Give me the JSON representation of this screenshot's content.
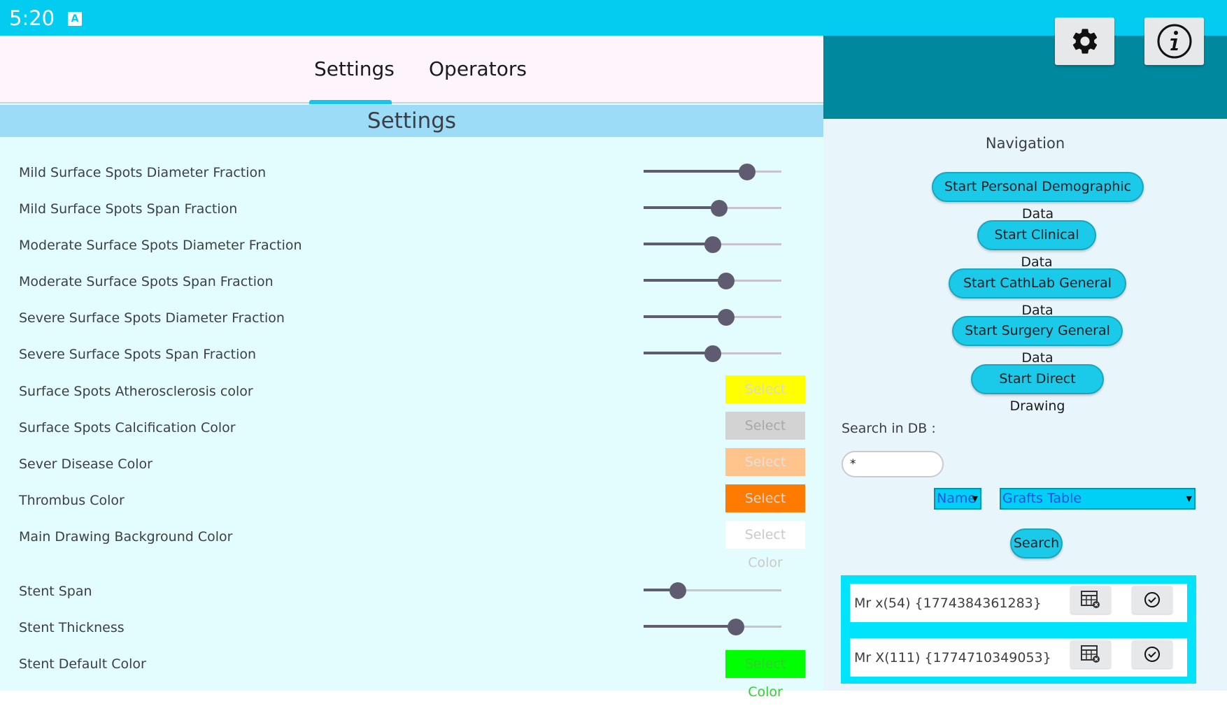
{
  "status_bar": {
    "time": "5:20",
    "notification_icon": "a-icon"
  },
  "tabs": [
    {
      "label": "Settings",
      "selected": true
    },
    {
      "label": "Operators",
      "selected": false
    }
  ],
  "settings_header": "Settings",
  "sliders": [
    {
      "label": "Mild Surface Spots Diameter Fraction",
      "fraction": 0.75
    },
    {
      "label": "Mild Surface Spots Span Fraction",
      "fraction": 0.55
    },
    {
      "label": "Moderate Surface Spots Diameter Fraction",
      "fraction": 0.5
    },
    {
      "label": "Moderate Surface Spots Span Fraction",
      "fraction": 0.6
    },
    {
      "label": "Severe Surface Spots Diameter Fraction",
      "fraction": 0.6
    },
    {
      "label": "Severe Surface Spots Span Fraction",
      "fraction": 0.5
    }
  ],
  "color_settings": [
    {
      "label": "Surface Spots Atherosclerosis color",
      "button": "Select Color",
      "bg": "#ffff00",
      "fg": "#d9d9d9"
    },
    {
      "label": "Surface Spots Calcification Color",
      "button": "Select Color",
      "bg": "#d3d3d3",
      "fg": "#a8a8a8"
    },
    {
      "label": "Sever Disease Color",
      "button": "Select Color",
      "bg": "#ffc38c",
      "fg": "#e0e0e0"
    },
    {
      "label": "Thrombus Color",
      "button": "Select Color",
      "bg": "#ff7b00",
      "fg": "#d9d9d9"
    },
    {
      "label": "Main Drawing Background Color",
      "button": "Select Color",
      "bg": "#ffffff",
      "fg": "#c9c9c9"
    }
  ],
  "stent_sliders": [
    {
      "label": "Stent Span",
      "fraction": 0.25
    },
    {
      "label": "Stent Thickness",
      "fraction": 0.67
    }
  ],
  "stent_color": {
    "label": "Stent Default Color",
    "button": "Select Color",
    "bg": "#00ff00",
    "fg": "#2fd12f"
  },
  "header_buttons": [
    {
      "name": "settings-gear-button",
      "icon": "gear-icon"
    },
    {
      "name": "info-button",
      "icon": "info-icon"
    }
  ],
  "navigation": {
    "title": "Navigation",
    "buttons": [
      "Start Personal Demographic Data",
      "Start Clinical Data",
      "Start CathLab General Data",
      "Start Surgery General Data",
      "Start Direct Drawing"
    ]
  },
  "search": {
    "label": "Search in DB :",
    "value": "*",
    "field_select": "Name",
    "table_select": "Grafts Table",
    "button": "Search"
  },
  "results": [
    {
      "text": "Mr x(54) {1774384361283}",
      "icons": [
        "table-icon",
        "check-circle-icon"
      ]
    },
    {
      "text": "Mr X(111) {1774710349053}",
      "icons": [
        "table-icon",
        "check-circle-icon"
      ]
    }
  ],
  "colors": {
    "status_bar": "#02cdf0",
    "header": "#00889e",
    "accent": "#1bc9e9"
  }
}
